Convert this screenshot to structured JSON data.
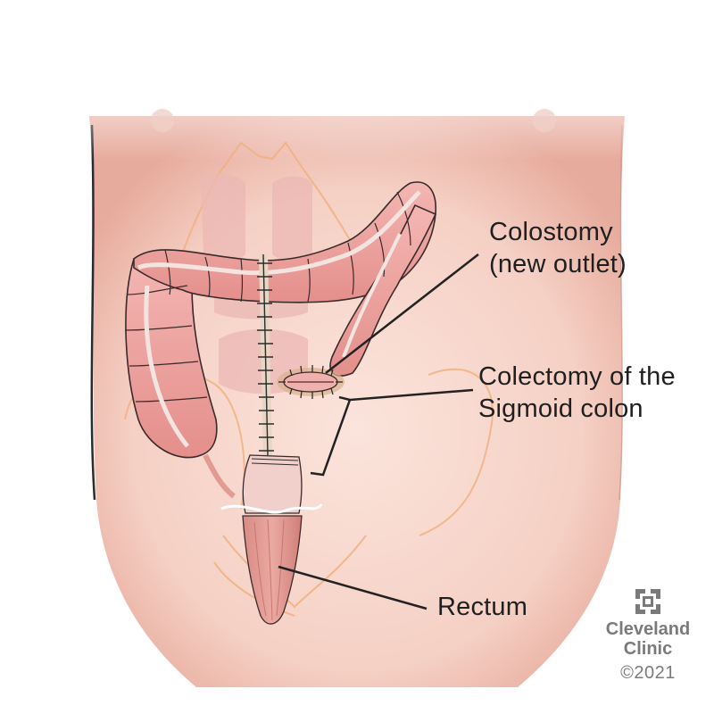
{
  "figure": {
    "subject": "Colostomy after sigmoid colectomy",
    "labels": {
      "colostomy_line1": "Colostomy",
      "colostomy_line2": "(new outlet)",
      "colectomy_line1": "Colectomy of the",
      "colectomy_line2": "Sigmoid colon",
      "rectum": "Rectum"
    },
    "colors": {
      "skin": "#f6d6cc",
      "skin_shadow": "#e9b4a6",
      "colon": "#eea3a0",
      "colon_outline": "#3a2a2a",
      "taenia": "#f3e4e0",
      "organ_shadow": "#ecb8b4",
      "bone_outline": "#f2b07f",
      "rectum": "#e39a93",
      "leader_line": "#222222",
      "logo_gray": "#7a7a7a"
    }
  },
  "logo": {
    "icon": "cleveland-clinic-cross-icon",
    "name_line1": "Cleveland",
    "name_line2": "Clinic",
    "copyright": "©2021"
  }
}
